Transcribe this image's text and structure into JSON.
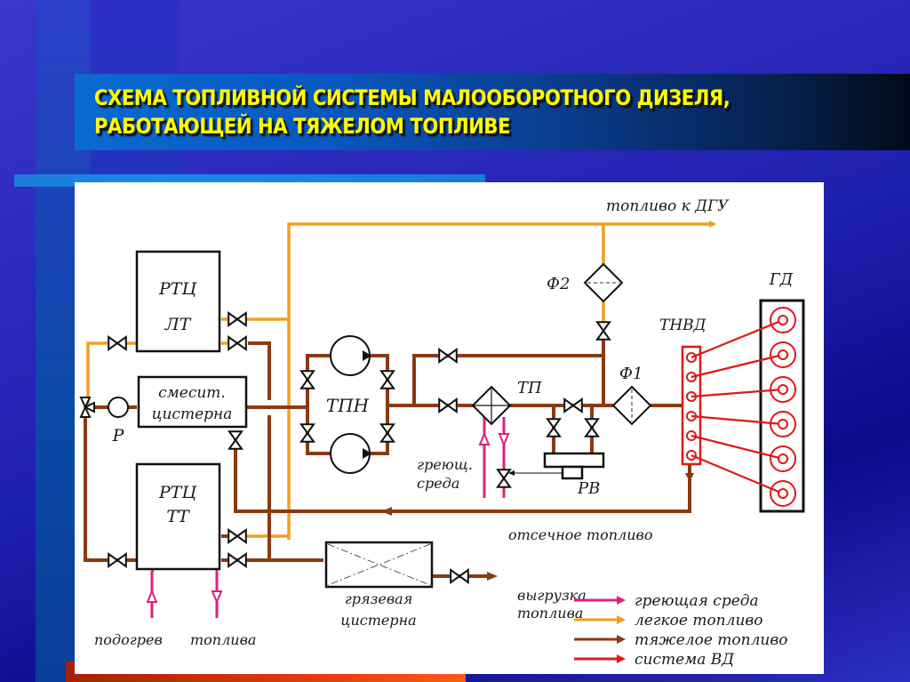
{
  "title": {
    "line1": "СХЕМА ТОПЛИВНОЙ СИСТЕМЫ МАЛООБОРОТНОГО ДИЗЕЛЯ,",
    "line2": "РАБОТАЮЩЕЙ НА ТЯЖЕЛОМ ТОПЛИВЕ"
  },
  "colors": {
    "title_text": "#ffff00",
    "heating_medium": "#e0207a",
    "light_fuel": "#f0a020",
    "heavy_fuel": "#8b3a10",
    "high_pressure": "#e01818"
  },
  "diagram": {
    "tanks": {
      "rtc_lt": {
        "line1": "РТЦ",
        "line2": "ЛТ"
      },
      "mixing_tank": {
        "line1": "смесит.",
        "line2": "цистерна"
      },
      "rtc_tt": {
        "line1": "РТЦ",
        "line2": "ТТ"
      },
      "sludge_tank": {
        "line1": "грязевая",
        "line2": "цистерна"
      }
    },
    "labels": {
      "pump_r": "Р",
      "tpn": "ТПН",
      "tp": "ТП",
      "filter1": "Ф1",
      "filter2": "Ф2",
      "tnvd": "ТНВД",
      "gd": "ГД",
      "rv": "РВ",
      "fuel_to_dgu": "топливо  к  ДГУ",
      "heating_medium_1": "греющ.",
      "heating_medium_2": "среда",
      "spill_fuel": "отсечное    топливо",
      "fuel_heating_1": "подогрев",
      "fuel_heating_2": "топлива",
      "fuel_unload_1": "выгрузка",
      "fuel_unload_2": "топлива"
    },
    "legend": [
      {
        "label": "греющая  среда",
        "color": "#e0207a"
      },
      {
        "label": "легкое  топливо",
        "color": "#f0a020"
      },
      {
        "label": "тяжелое  топливо",
        "color": "#8b3a10"
      },
      {
        "label": "система  ВД",
        "color": "#e01818"
      }
    ],
    "cylinders": 6
  }
}
